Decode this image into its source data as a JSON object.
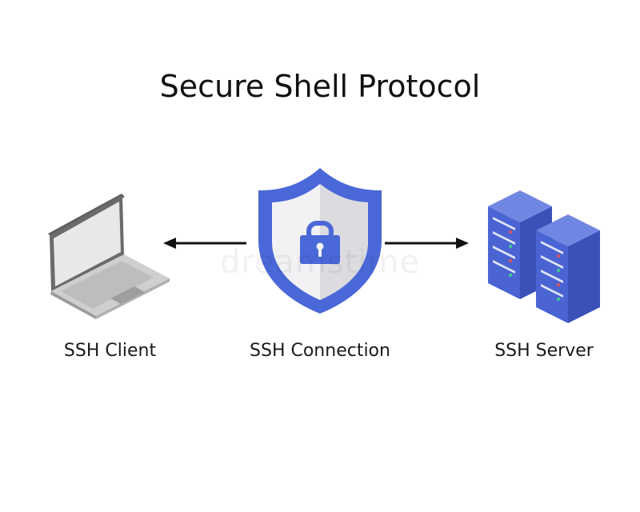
{
  "diagram": {
    "title": "Secure Shell Protocol",
    "nodes": {
      "client": {
        "label": "SSH Client"
      },
      "connection": {
        "label": "SSH Connection"
      },
      "server": {
        "label": "SSH Server"
      }
    }
  },
  "watermark": "dreamstime",
  "colors": {
    "shield_blue": "#4a68d8",
    "shield_inner_light": "#f2f2f4",
    "shield_inner_shade": "#dcdce0",
    "server_front": "#4b64d3",
    "server_side": "#3b51b8",
    "server_top": "#6f86e3",
    "laptop_gray": "#7a7a7a",
    "arrow": "#111111"
  },
  "icons": [
    "laptop-icon",
    "shield-lock-icon",
    "server-rack-icon",
    "arrow-left-icon",
    "arrow-right-icon"
  ]
}
